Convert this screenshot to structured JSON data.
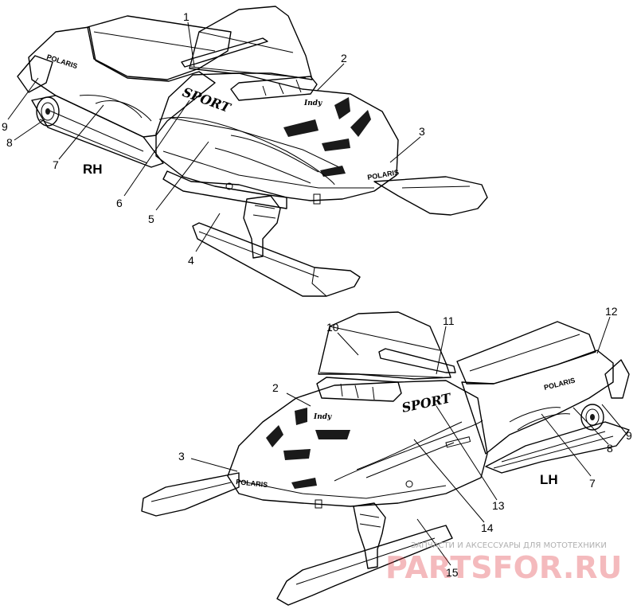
{
  "diagram": {
    "views": {
      "rh_label": "RH",
      "lh_label": "LH"
    },
    "decal_text": {
      "brand": "POLARIS",
      "model": "SPORT",
      "script": "Indy"
    },
    "callouts_rh": [
      "1",
      "2",
      "3",
      "4",
      "5",
      "6",
      "7",
      "8",
      "9"
    ],
    "callouts_lh": [
      "2",
      "3",
      "7",
      "8",
      "9",
      "10",
      "11",
      "12",
      "13",
      "14",
      "15"
    ],
    "watermark": {
      "small": "ЗАПЧАСТИ И АКСЕССУАРЫ ДЛЯ МОТОТЕХНИКИ",
      "big": "PARTSFOR.RU"
    }
  },
  "colors": {
    "ink": "#000000",
    "background": "#ffffff",
    "watermark_red": "#e23d45"
  }
}
